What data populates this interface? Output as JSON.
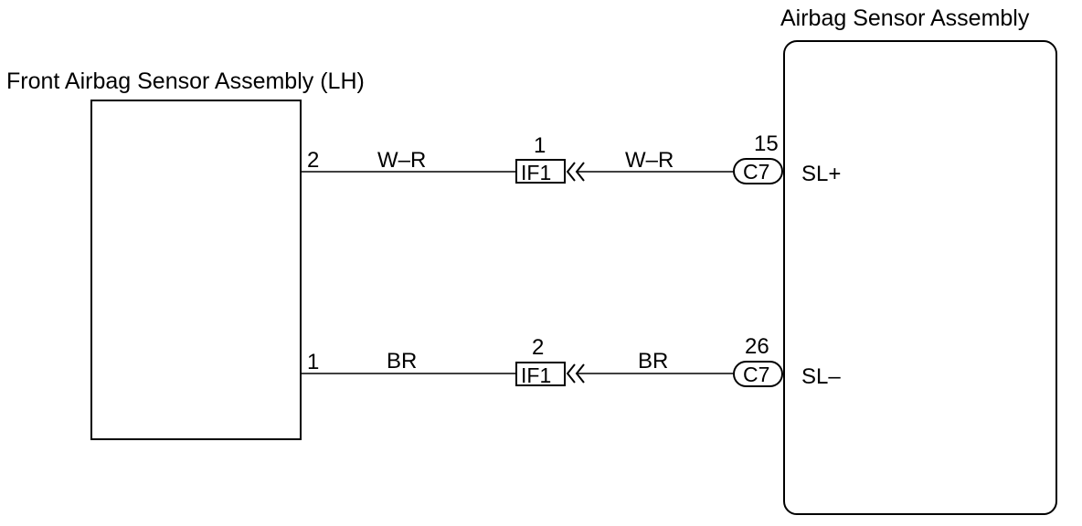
{
  "components": {
    "left": {
      "title": "Front Airbag Sensor Assembly (LH)"
    },
    "right": {
      "title": "Airbag Sensor Assembly"
    }
  },
  "circuits": [
    {
      "left_pin": "2",
      "wire_left": "W–R",
      "junction_pin": "1",
      "junction_connector": "IF1",
      "wire_right": "W–R",
      "right_pin": "15",
      "right_connector": "C7",
      "signal": "SL+"
    },
    {
      "left_pin": "1",
      "wire_left": "BR",
      "junction_pin": "2",
      "junction_connector": "IF1",
      "wire_right": "BR",
      "right_pin": "26",
      "right_connector": "C7",
      "signal": "SL–"
    }
  ]
}
